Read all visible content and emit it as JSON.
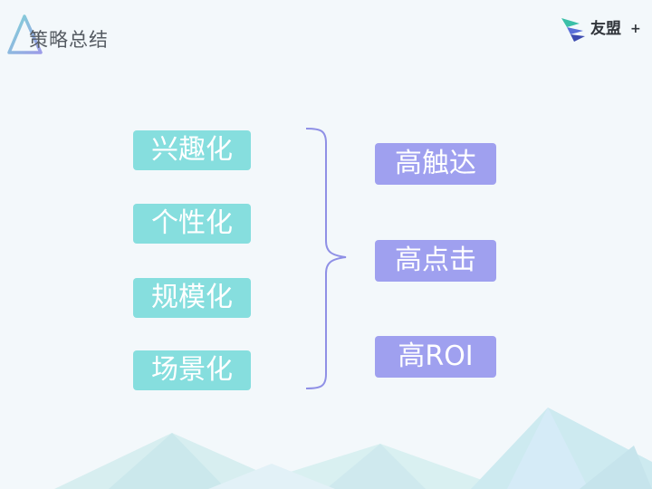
{
  "header": {
    "title": "策略总结",
    "logo_text": "友盟",
    "logo_plus": "+"
  },
  "left_tags": [
    "兴趣化",
    "个性化",
    "规模化",
    "场景化"
  ],
  "right_tags": [
    "高触达",
    "高点击",
    "高ROI"
  ],
  "colors": {
    "teal": "#86dede",
    "purple": "#9fa0ef",
    "brace": "#8f90e6",
    "background": "#f3f8fb"
  }
}
